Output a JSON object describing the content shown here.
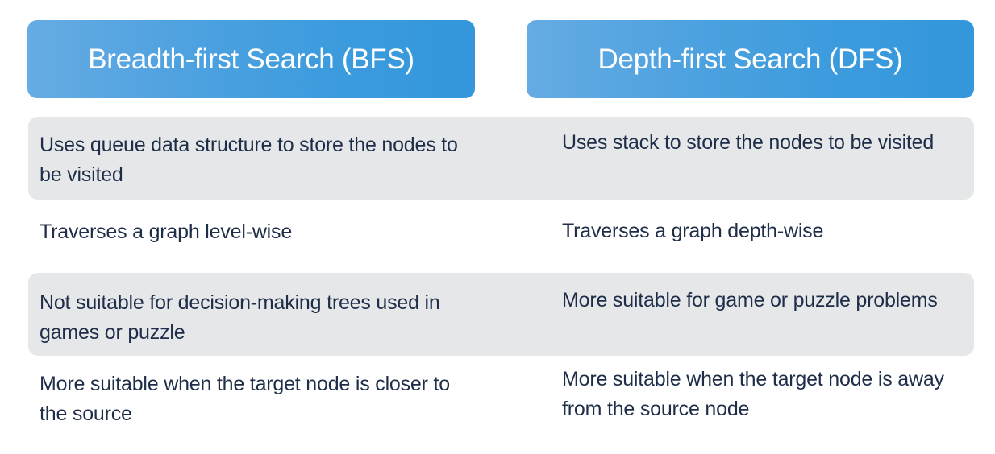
{
  "headers": {
    "bfs": "Breadth-first Search (BFS)",
    "dfs": "Depth-first Search (DFS)"
  },
  "colors": {
    "header_gradient_start": "#66abe3",
    "header_gradient_end": "#3497dc",
    "header_text": "#ffffff",
    "row_band": "#e6e7e9",
    "body_text": "#1e2d48"
  },
  "rows": [
    {
      "bfs": "Uses queue data structure to store the nodes to be visited",
      "dfs": "Uses stack to store the nodes to be visited",
      "shaded": true
    },
    {
      "bfs": "Traverses a graph level-wise",
      "dfs": "Traverses a graph depth-wise",
      "shaded": false
    },
    {
      "bfs": "Not suitable for decision-making trees used in games or puzzle",
      "dfs": "More suitable for game or puzzle problems",
      "shaded": true
    },
    {
      "bfs": "More suitable when the target node is closer to the source",
      "dfs": "More suitable when the target node is away from the source node",
      "shaded": false
    }
  ]
}
